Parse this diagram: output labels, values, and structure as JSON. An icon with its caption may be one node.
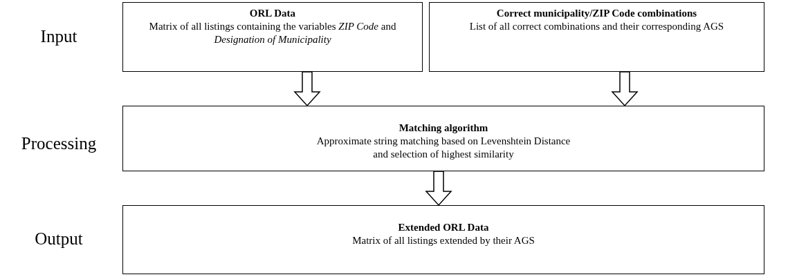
{
  "diagram": {
    "nodes": [
      {
        "text": [
          "ORL Data",
          "Matrix of all listings containing the variables *ZIP Code* and *Designation of Municipality*"
        ]
      },
      {
        "text": [
          "Correct municipality/ZIP Code combinations",
          "List of all correct combinations and their corresponding AGS"
        ]
      },
      {
        "text": [
          "Matching algorithm",
          "Approximate string matching based on Levenshtein Distance and selection of highest similarity"
        ]
      },
      {
        "text": [
          "Extended ORL Data",
          "Matrix of all listings extended by their AGS"
        ]
      }
    ],
    "edges": [
      {
        "from": 0,
        "to": 2,
        "arrow": "to"
      },
      {
        "from": 1,
        "to": 2,
        "arrow": "to"
      },
      {
        "from": 2,
        "to": 3,
        "arrow": "to"
      }
    ],
    "labels": [
      "Input",
      "Processing",
      "Output"
    ]
  }
}
